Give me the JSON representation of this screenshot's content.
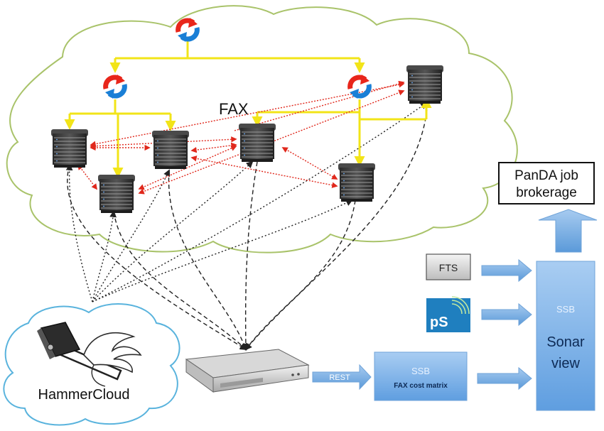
{
  "cloud": {
    "label": "FAX"
  },
  "panda": {
    "line1": "PanDA job",
    "line2": "brokerage"
  },
  "fts": {
    "label": "FTS"
  },
  "perfsonar": {
    "label": "pS"
  },
  "ssb_sonar": {
    "title": "SSB",
    "line1": "Sonar",
    "line2": "view"
  },
  "ssb_cost": {
    "title": "SSB",
    "subtitle": "FAX cost matrix"
  },
  "rest": {
    "label": "REST"
  },
  "hammercloud": {
    "label": "HammerCloud"
  },
  "icons": {
    "redirector": "redirector-sync-icon",
    "server": "storage-server-icon",
    "collector": "rack-server-icon",
    "hammer": "winged-hammer-icon"
  },
  "colors": {
    "cloud_outline": "#a9c36a",
    "tree_links": "#f2e418",
    "cost_links": "#e0281c",
    "test_links": "#222222",
    "ssb_fill": "#7fb3e8",
    "hammercloud_outline": "#59b3dd"
  }
}
